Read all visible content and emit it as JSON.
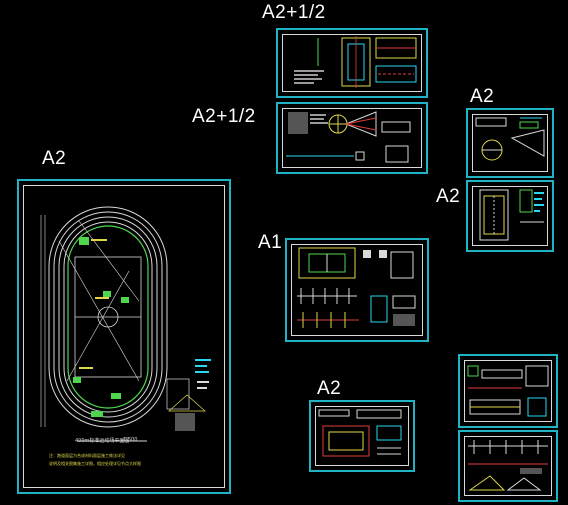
{
  "canvas": {
    "background": "#000000",
    "frame_color": "#1fb3c4"
  },
  "labels": {
    "top1": "A2+1/2",
    "top2": "A2+1/2",
    "right_top": "A2",
    "right_mid": "A2",
    "left": "A2",
    "a1": "A1",
    "bottom": "A2"
  },
  "track_sheet": {
    "title": "400m标准运动场平面图",
    "scale": "1:500",
    "notes": [
      "注：跑道面层为合成材料面层施工做法详见",
      "说明及相关图集施工详图，相应处理详见节点大样图"
    ]
  }
}
